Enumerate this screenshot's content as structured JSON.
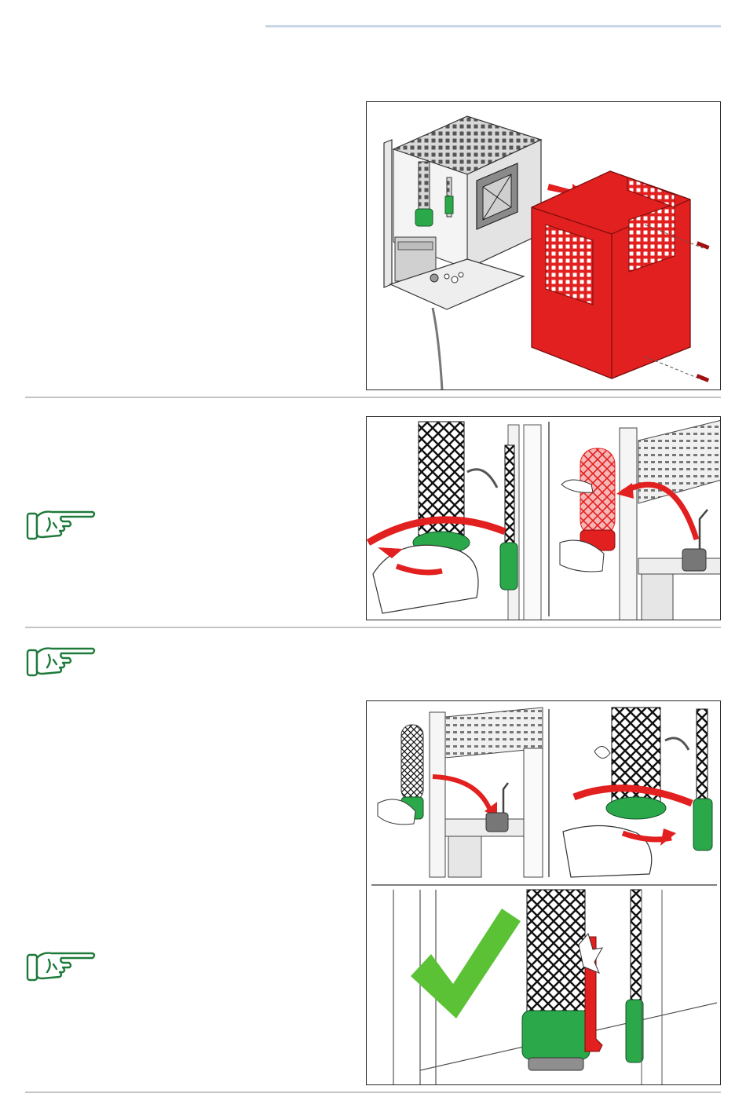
{
  "page": {
    "colors": {
      "accent_red": "#e2201f",
      "accent_green": "#2aa84a",
      "pointer_green": "#1e7a3a",
      "rule_blue": "#c9d7e6",
      "separator_grey": "#c4c4c4"
    },
    "icons": [
      "hand-pointer-icon",
      "checkmark-icon",
      "arrow-icon"
    ],
    "sections": [
      {
        "figure": "illustration-remove-red-cover",
        "note_icon": false
      },
      {
        "figure": "illustration-unscrew-filter",
        "note_icon": true
      },
      {
        "figure": null,
        "note_icon": true
      },
      {
        "figure": "illustration-install-filter",
        "note_icon": true
      }
    ]
  }
}
